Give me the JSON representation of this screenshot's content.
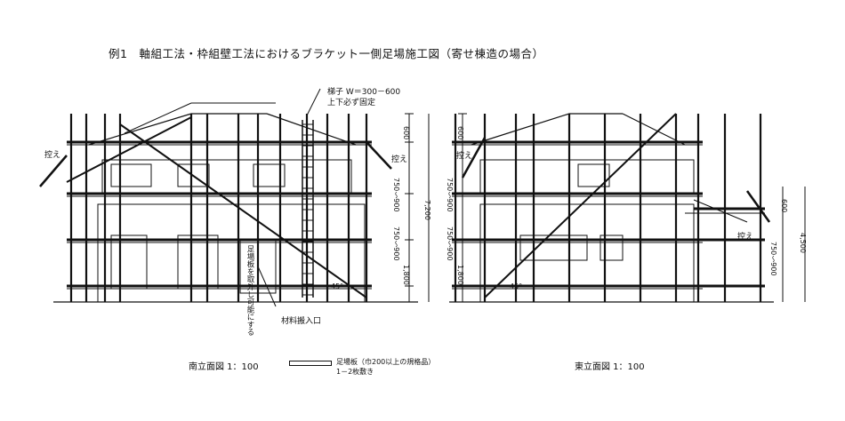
{
  "title": "例1　軸組工法・枠組壁工法におけるブラケット一側足場施工図（寄せ棟造の場合）",
  "left_view": {
    "caption": "南立面図 1：100",
    "ladder_note_1": "梯子 W＝300－600",
    "ladder_note_2": "上下必ず固定",
    "brace_label": "控え",
    "brace_label_2": "控え",
    "angle": "45°",
    "material_entry": "材料搬入口",
    "sign_text": "足場板を取外し可能にする",
    "dims": {
      "top": "600",
      "upper": "750～900",
      "middle": "750～900",
      "bottom": "1,800",
      "total": "7,200"
    }
  },
  "right_view": {
    "caption": "東立面図 1：100",
    "brace_label": "控え",
    "brace_label_2": "控え",
    "angle": "45°",
    "dims": {
      "top": "600",
      "upper": "750～900",
      "middle": "750～900",
      "bottom": "1,800",
      "annex_top": "600",
      "annex_mid": "750～900",
      "annex_total": "4,500"
    }
  },
  "legend": {
    "line1": "足場板（巾200以上の規格品）",
    "line2": "1－2枚敷き"
  }
}
